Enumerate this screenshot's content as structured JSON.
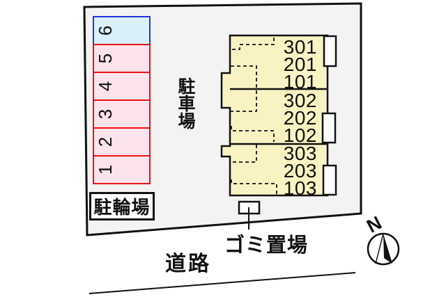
{
  "labels": {
    "parking_lot": "駐車場",
    "bicycle_parking": "駐輪場",
    "garbage_area": "ゴミ置場",
    "road": "道路",
    "compass_north": "N"
  },
  "parking_spots": [
    {
      "number": "6",
      "highlighted": true
    },
    {
      "number": "5",
      "highlighted": false
    },
    {
      "number": "4",
      "highlighted": false
    },
    {
      "number": "3",
      "highlighted": false
    },
    {
      "number": "2",
      "highlighted": false
    },
    {
      "number": "1",
      "highlighted": false
    }
  ],
  "building_rooms": [
    [
      "301",
      "201",
      "101"
    ],
    [
      "302",
      "202",
      "102"
    ],
    [
      "303",
      "203",
      "103"
    ]
  ],
  "colors": {
    "site_fill": "#f3f3f3",
    "building_fill": "#f9f3c4",
    "spot_pink_fill": "#fde3ec",
    "spot_blue_fill": "#d9f0fa",
    "spot_red_border": "#ee1111",
    "spot_blue_border": "#2233dd",
    "outline": "#111111"
  }
}
